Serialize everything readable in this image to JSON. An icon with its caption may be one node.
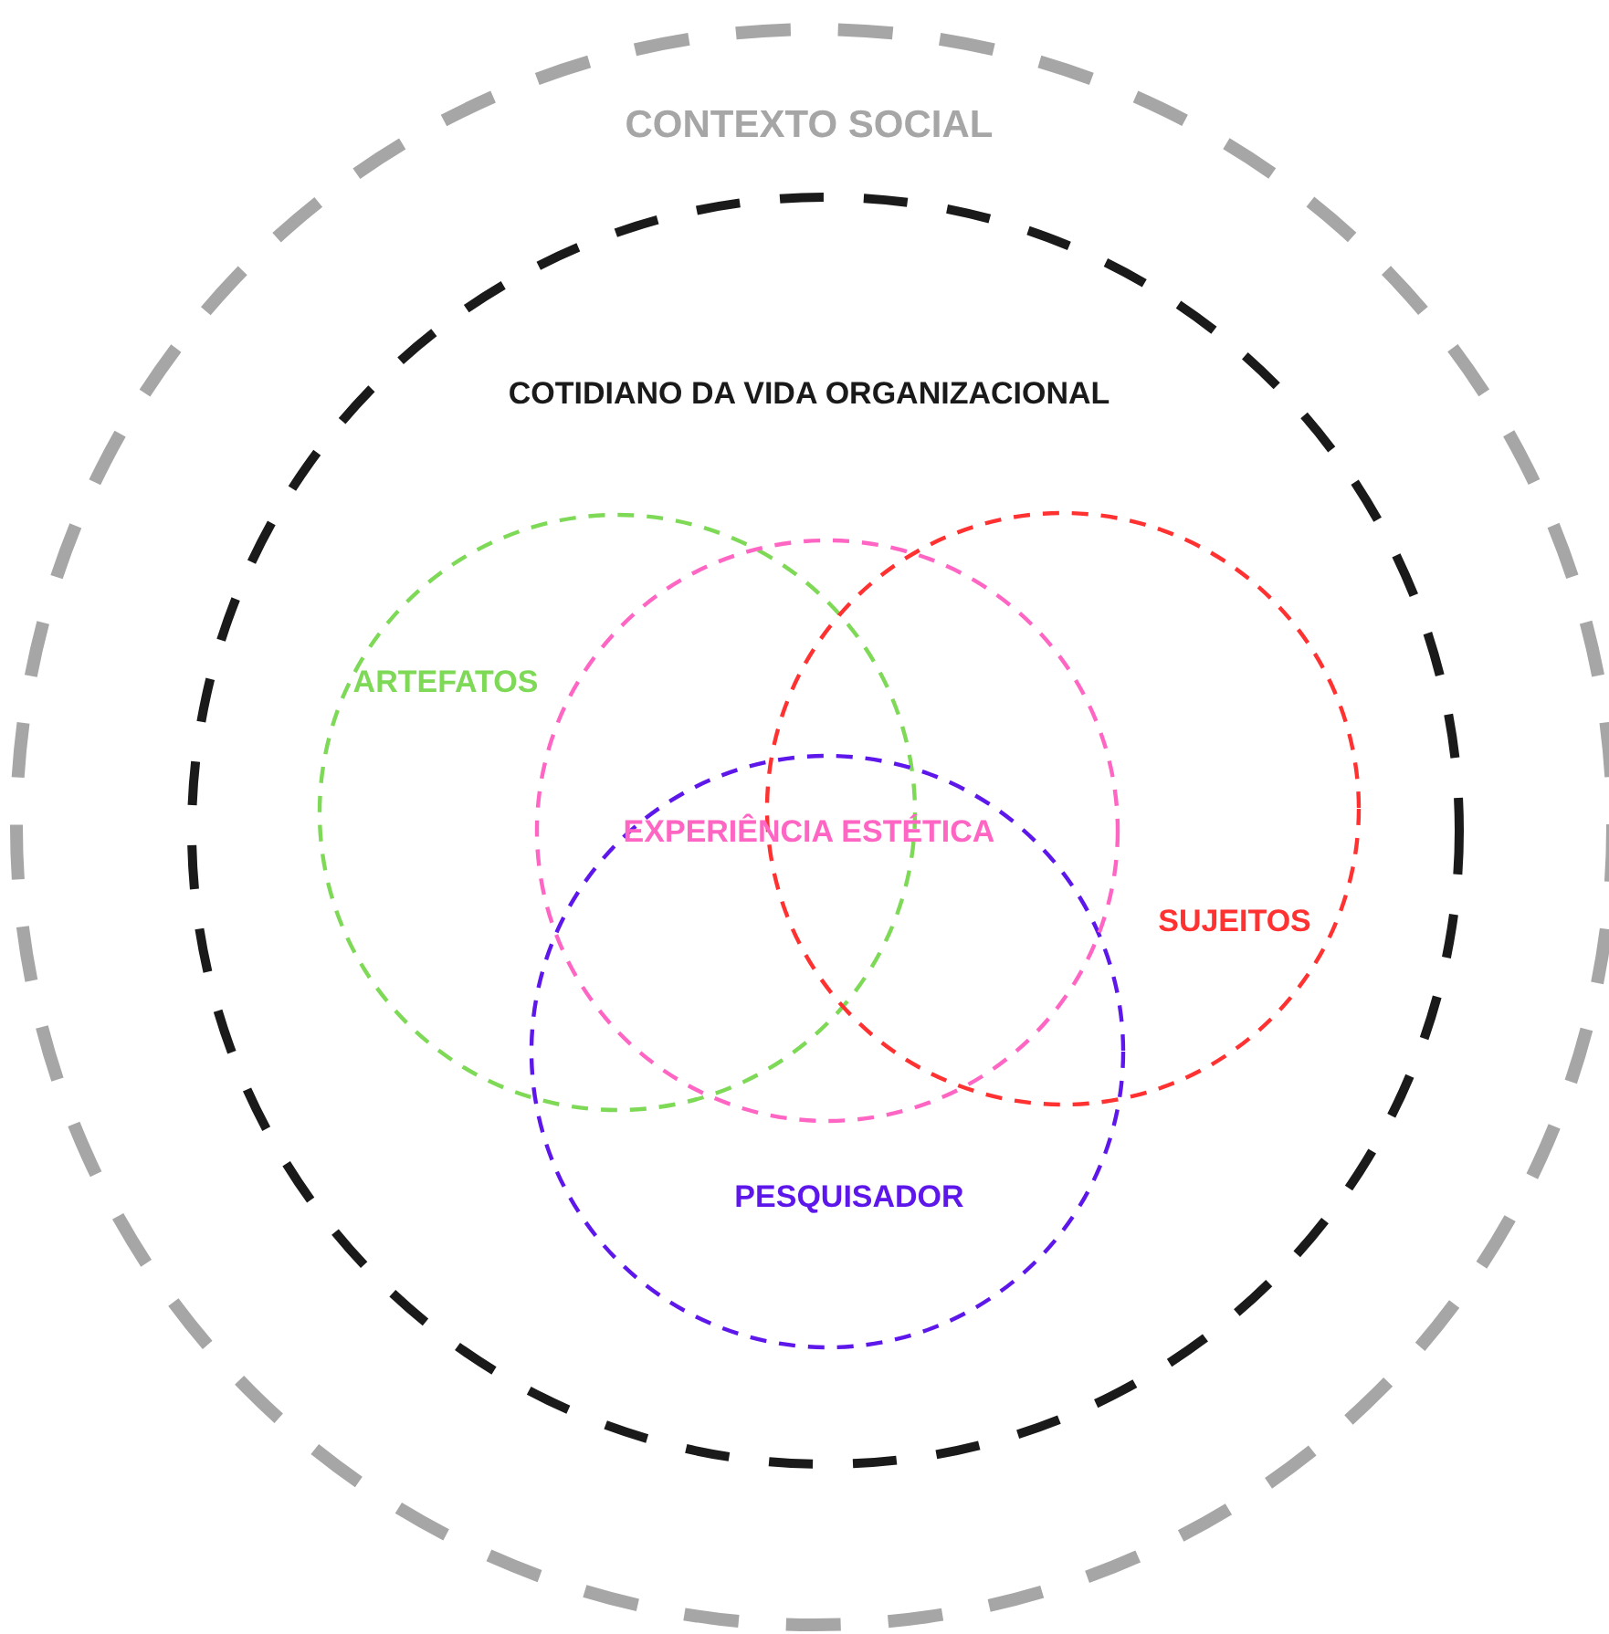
{
  "diagram": {
    "nodes": [
      {
        "text": [
          "CONTEXTO SOCIAL"
        ]
      },
      {
        "text": [
          "COTIDIANO DA VIDA ORGANIZACIONAL"
        ],
        "in": 0
      },
      {
        "text": [
          "ARTEFATOS"
        ],
        "in": 1
      },
      {
        "text": [
          "EXPERIÊNCIA ESTÉTICA"
        ],
        "in": 1
      },
      {
        "text": [
          "SUJEITOS"
        ],
        "in": 1
      },
      {
        "text": [
          "PESQUISADOR"
        ],
        "in": 1
      }
    ],
    "edges": []
  }
}
